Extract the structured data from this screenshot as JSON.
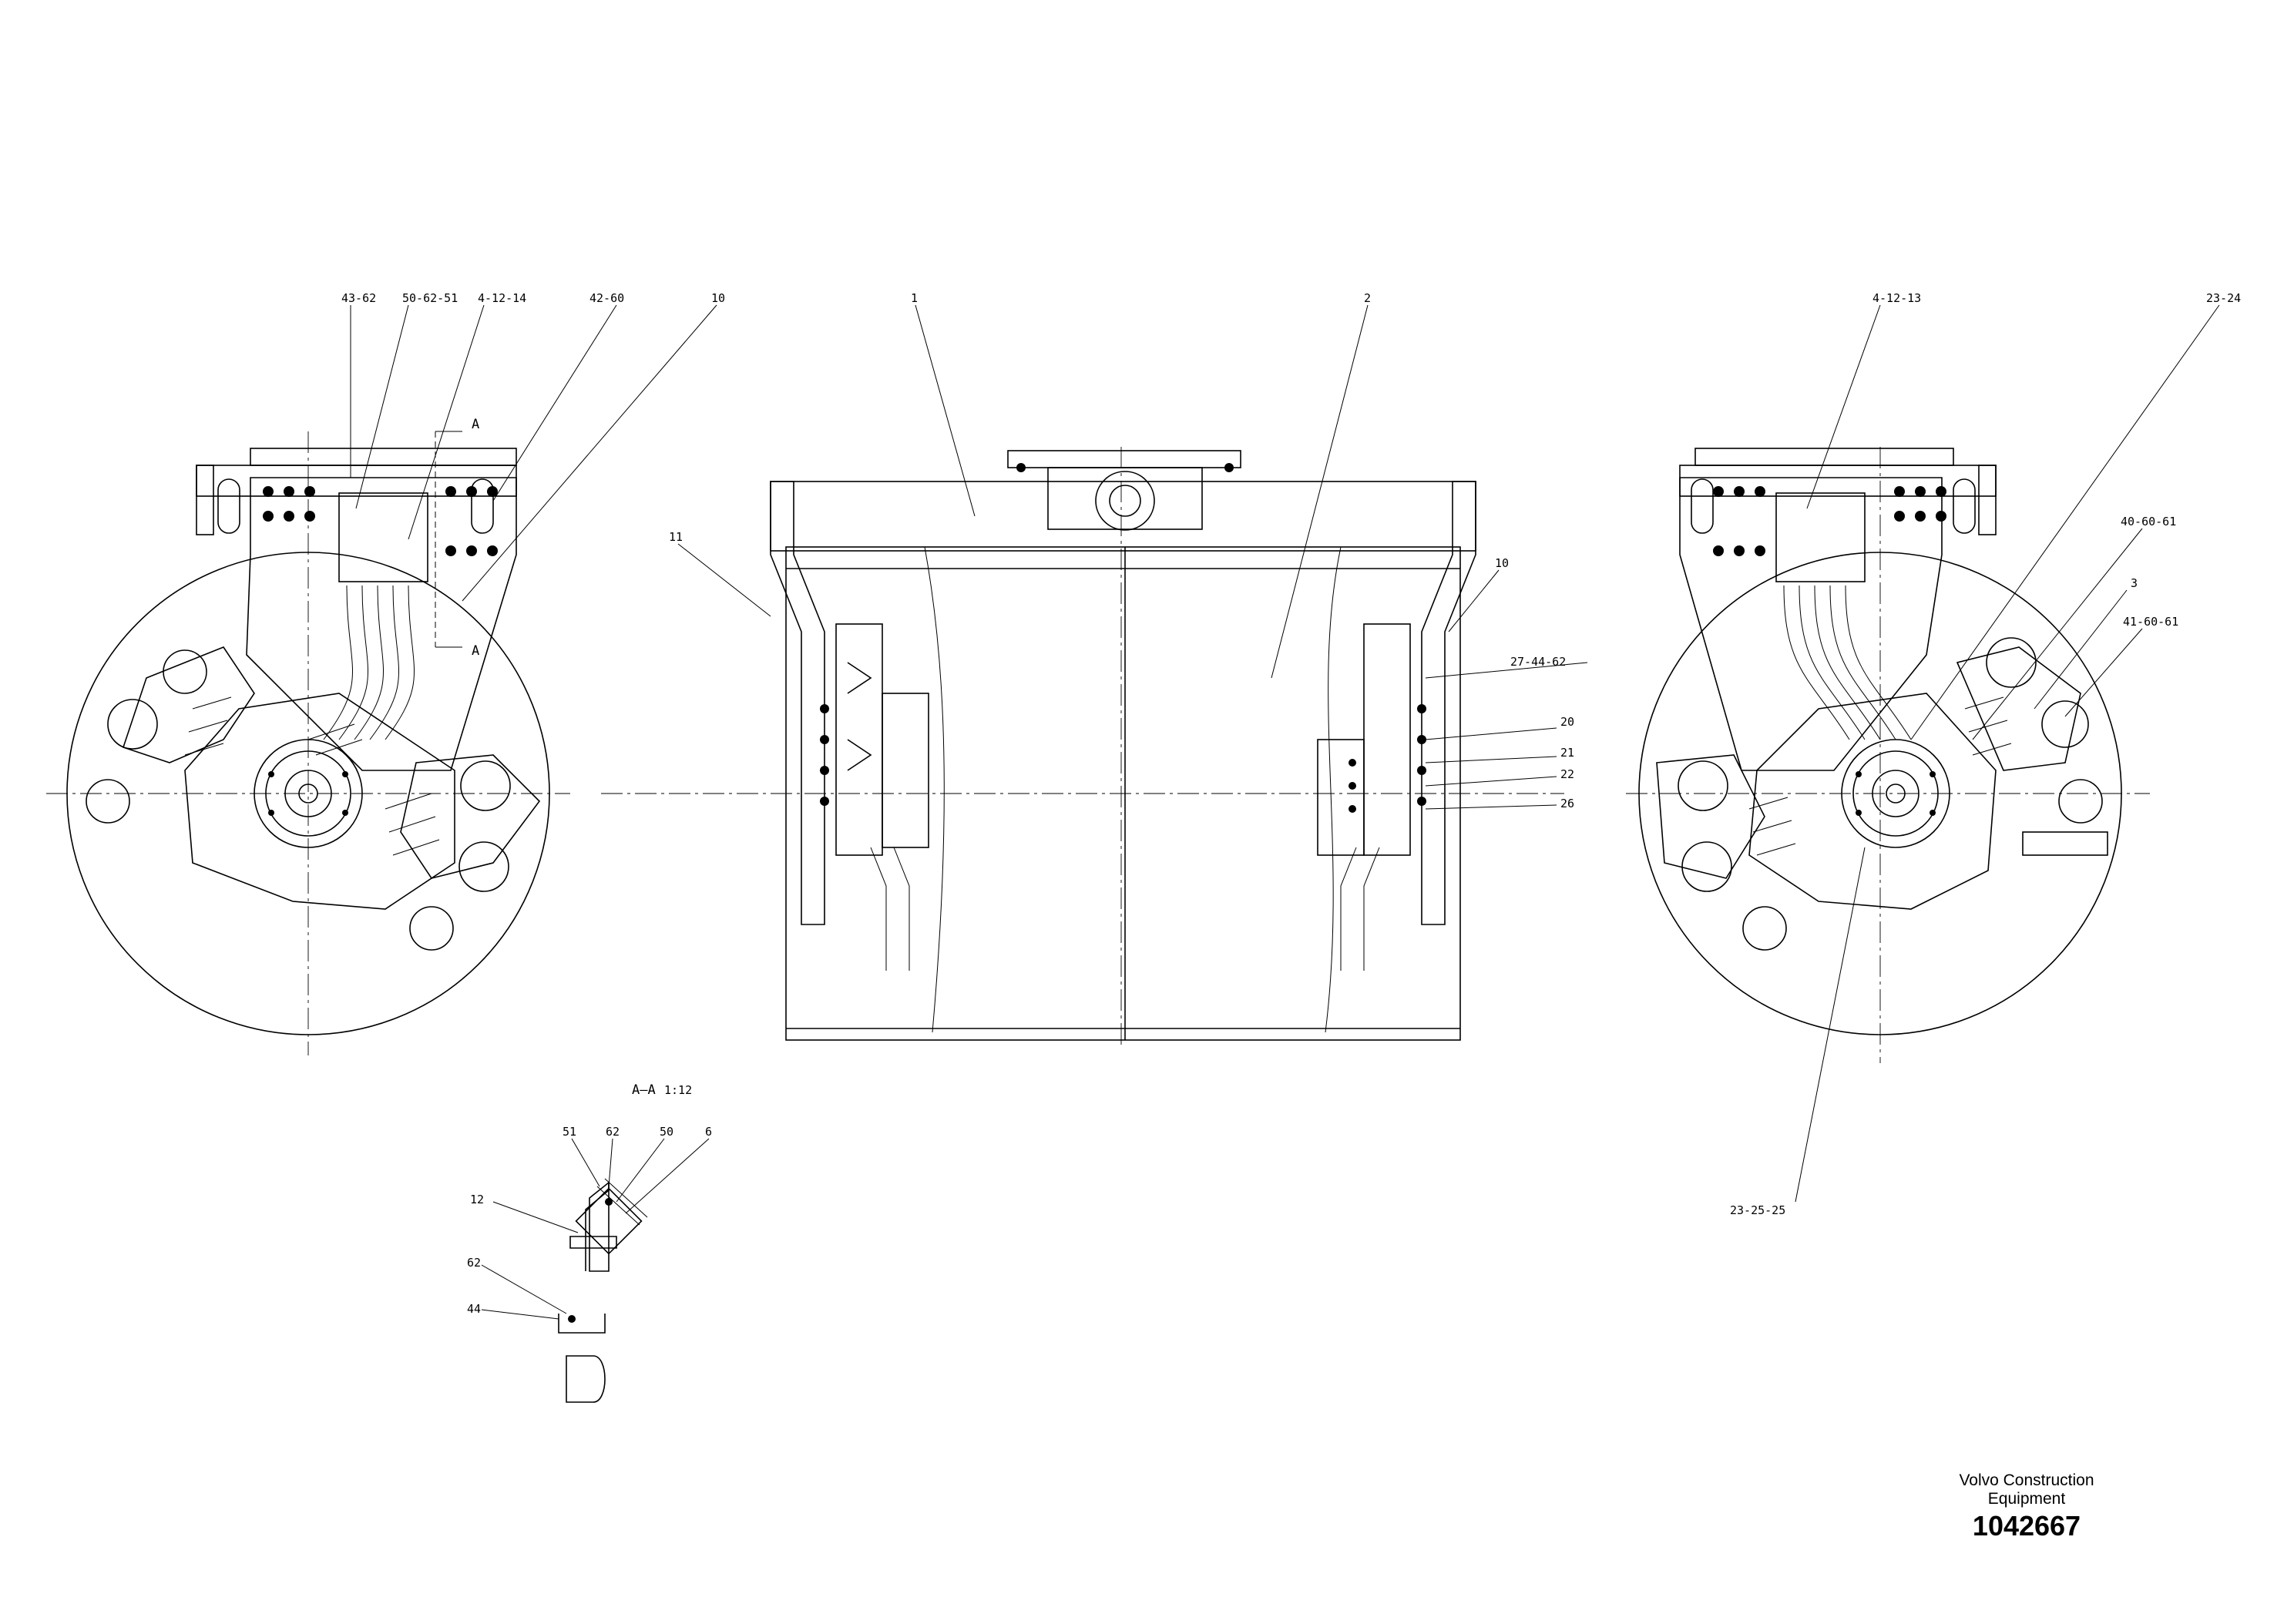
{
  "drawing": {
    "section_title": "A–A",
    "section_scale": "1:12",
    "section_marker": "A",
    "callouts_left": [
      "43-62",
      "50-62-51",
      "4-12-14",
      "42-60",
      "10"
    ],
    "callouts_center": [
      "1",
      "2",
      "11",
      "10",
      "27-44-62",
      "20",
      "21",
      "22",
      "26"
    ],
    "callouts_right": [
      "4-12-13",
      "23-24",
      "40-60-61",
      "3",
      "41-60-61",
      "23-25-25"
    ],
    "callouts_section": [
      "51",
      "62",
      "50",
      "6",
      "12",
      "62",
      "44"
    ]
  },
  "titleblock": {
    "brand_line1": "Volvo Construction",
    "brand_line2": "Equipment",
    "part_number": "1042667"
  }
}
